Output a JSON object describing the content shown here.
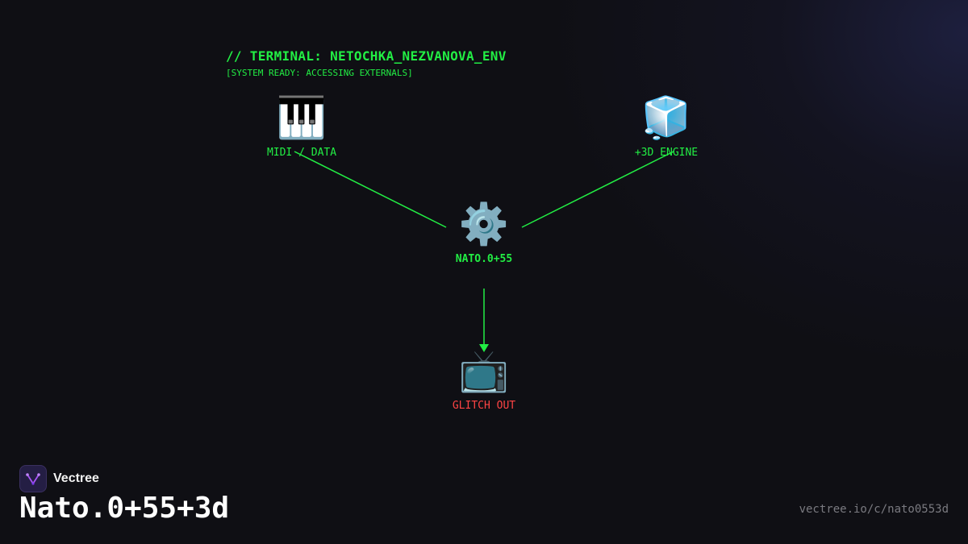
{
  "header": {
    "title": "// TERMINAL: NETOCHKA_NEZVANOVA_ENV",
    "subtitle": "[SYSTEM READY: ACCESSING EXTERNALS]"
  },
  "nodes": {
    "midi": {
      "icon": "piano-keys-icon",
      "emoji": "🎹",
      "label": "MIDI / DATA"
    },
    "engine3d": {
      "icon": "cube-icon",
      "emoji": "🧊",
      "label": "+3D ENGINE"
    },
    "core": {
      "icon": "gear-icon",
      "emoji": "⚙️",
      "label": "NATO.0+55"
    },
    "glitch": {
      "icon": "television-icon",
      "emoji": "📺",
      "label": "GLITCH OUT"
    }
  },
  "edges": [
    {
      "from": "MIDI / DATA",
      "to": "NATO.0+55"
    },
    {
      "from": "+3D ENGINE",
      "to": "NATO.0+55"
    },
    {
      "from": "NATO.0+55",
      "to": "GLITCH OUT",
      "arrow": true
    }
  ],
  "footer": {
    "brand_icon": "vectree-logo-icon",
    "brand_name": "Vectree",
    "title": "Nato.0+55+3d",
    "url": "vectree.io/c/nato0553d"
  },
  "colors": {
    "background": "#0f0f14",
    "terminal_green": "#22ee44",
    "alert_red": "#ff4444",
    "brand_purple": "#a855f7",
    "url_gray": "#7a7a80"
  }
}
